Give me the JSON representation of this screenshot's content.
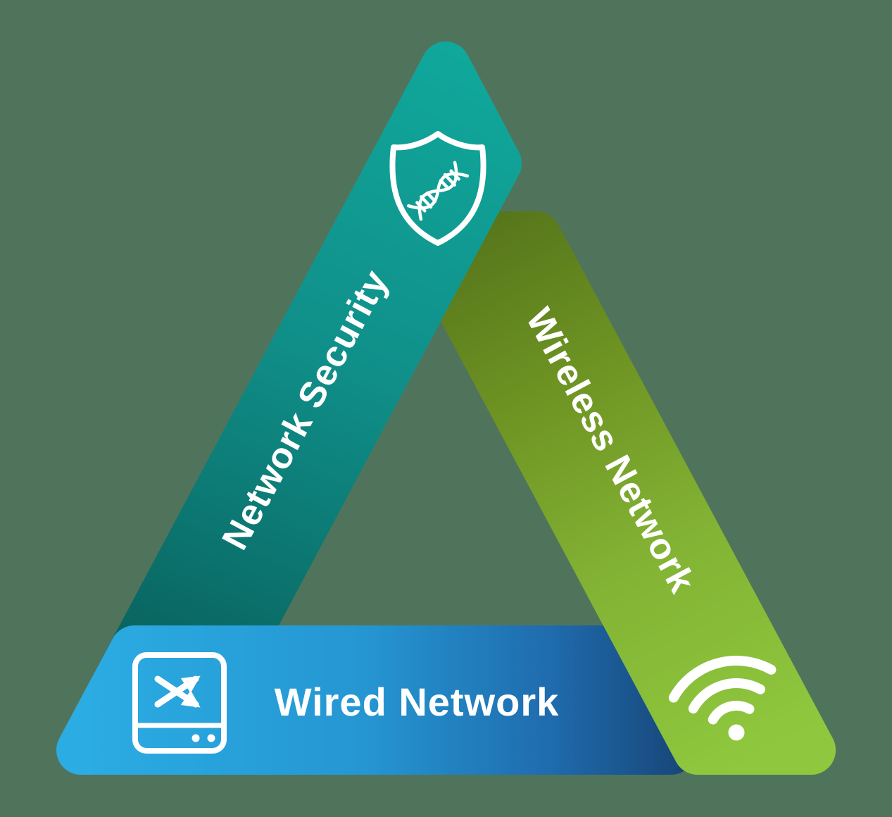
{
  "page": {
    "background": "#50745B"
  },
  "diagram": {
    "type": "triangle-loop",
    "label_color": "#FFFFFF",
    "bands": [
      {
        "id": "network-security",
        "label": "Network Security",
        "icon": "shield-dna-icon",
        "colors": [
          "#10A89C",
          "#10908A",
          "#0C7671",
          "#095E59"
        ]
      },
      {
        "id": "wireless-network",
        "label": "Wireless Network",
        "icon": "wifi-icon",
        "colors": [
          "#57761B",
          "#6E9423",
          "#83B334",
          "#8FC83E"
        ]
      },
      {
        "id": "wired-network",
        "label": "Wired Network",
        "icon": "network-switch-icon",
        "colors": [
          "#2BACE2",
          "#2596D2",
          "#1F6BAD",
          "#16406F"
        ]
      }
    ]
  }
}
